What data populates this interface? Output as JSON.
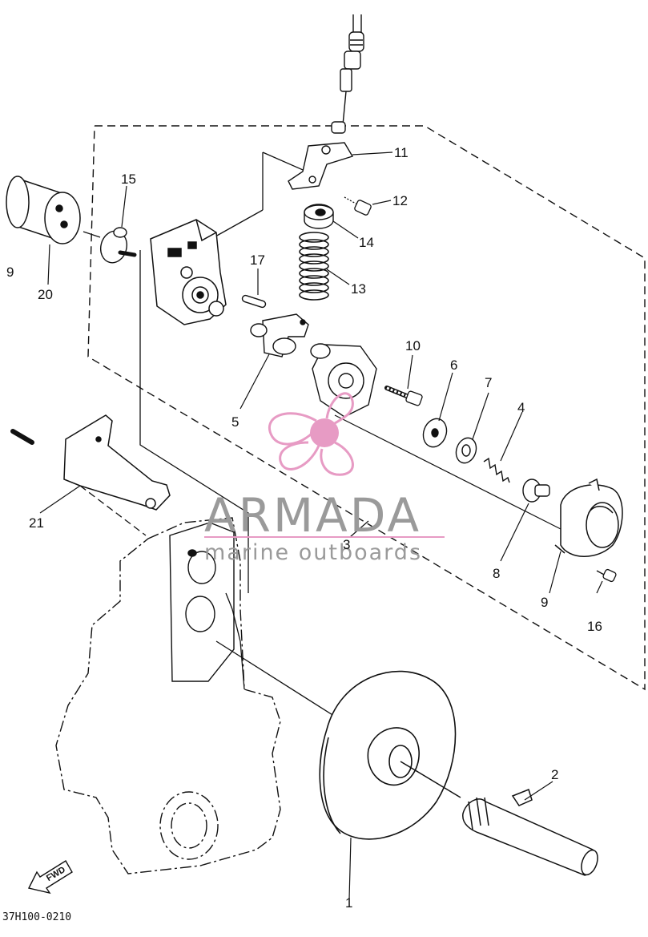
{
  "diagram": {
    "drawing_code": "37H100-0210",
    "fwd_marker": "FWD",
    "callouts": [
      "1",
      "2",
      "3",
      "4",
      "5",
      "6",
      "7",
      "8",
      "9",
      "10",
      "11",
      "12",
      "13",
      "14",
      "15",
      "16",
      "17",
      "20",
      "21",
      "9"
    ]
  },
  "watermark": {
    "brand": "ARMADA",
    "tagline": "marine outboards",
    "colors": {
      "pink": "#e79bc4",
      "gray": "#9a9a9a"
    }
  },
  "colors": {
    "ink": "#111111",
    "paper": "#ffffff"
  }
}
